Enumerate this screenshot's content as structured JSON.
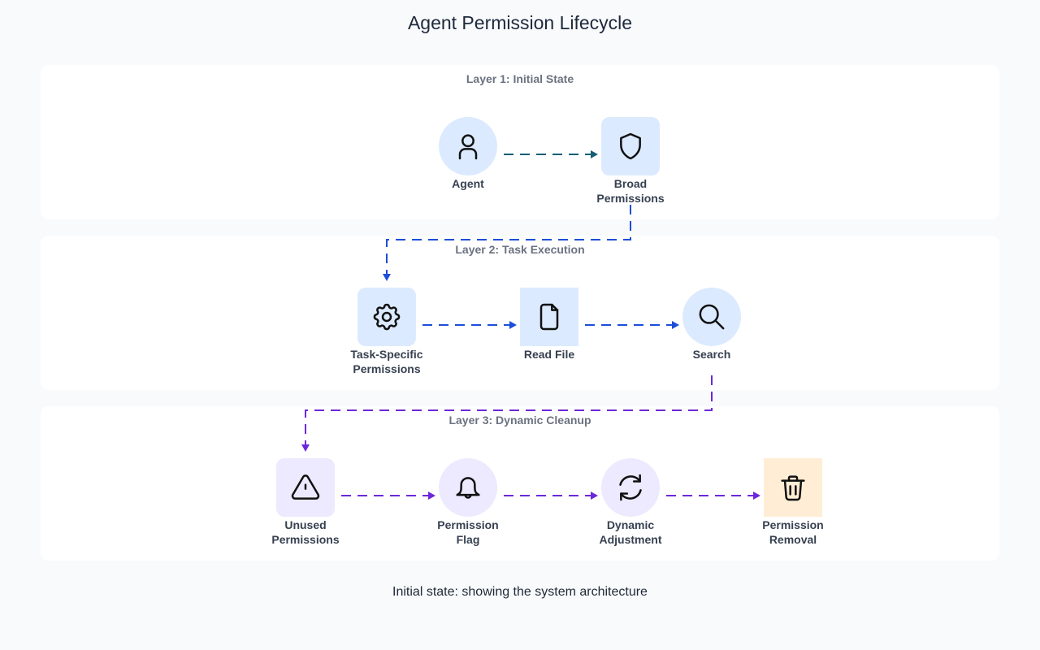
{
  "title": "Agent Permission Lifecycle",
  "caption": "Initial state: showing the system architecture",
  "colors": {
    "layer1_arrow": "#155e75",
    "layer2_arrow": "#1d4ed8",
    "layer3_arrow": "#6d28d9",
    "blue_fill": "#dbeafe",
    "purple_fill": "#ede9fe",
    "orange_fill": "#ffedd5"
  },
  "layers": [
    {
      "label": "Layer 1: Initial State",
      "nodes": [
        {
          "id": "agent",
          "label_lines": [
            "Agent"
          ],
          "icon": "user-icon",
          "shape": "circle",
          "fill": "blue_fill"
        },
        {
          "id": "broad-permissions",
          "label_lines": [
            "Broad",
            "Permissions"
          ],
          "icon": "shield-icon",
          "shape": "rounded",
          "fill": "blue_fill"
        }
      ]
    },
    {
      "label": "Layer 2: Task Execution",
      "nodes": [
        {
          "id": "task-specific-permissions",
          "label_lines": [
            "Task-Specific",
            "Permissions"
          ],
          "icon": "gear-icon",
          "shape": "rounded",
          "fill": "blue_fill"
        },
        {
          "id": "read-file",
          "label_lines": [
            "Read File"
          ],
          "icon": "file-icon",
          "shape": "square",
          "fill": "blue_fill"
        },
        {
          "id": "search",
          "label_lines": [
            "Search"
          ],
          "icon": "search-icon",
          "shape": "circle",
          "fill": "blue_fill"
        }
      ]
    },
    {
      "label": "Layer 3: Dynamic Cleanup",
      "nodes": [
        {
          "id": "unused-permissions",
          "label_lines": [
            "Unused",
            "Permissions"
          ],
          "icon": "warning-icon",
          "shape": "rounded",
          "fill": "purple_fill"
        },
        {
          "id": "permission-flag",
          "label_lines": [
            "Permission",
            "Flag"
          ],
          "icon": "bell-icon",
          "shape": "circle",
          "fill": "purple_fill"
        },
        {
          "id": "dynamic-adjustment",
          "label_lines": [
            "Dynamic",
            "Adjustment"
          ],
          "icon": "refresh-icon",
          "shape": "circle",
          "fill": "purple_fill"
        },
        {
          "id": "permission-removal",
          "label_lines": [
            "Permission",
            "Removal"
          ],
          "icon": "trash-icon",
          "shape": "square",
          "fill": "orange_fill"
        }
      ]
    }
  ],
  "edges": [
    {
      "from": "agent",
      "to": "broad-permissions",
      "color": "layer1_arrow"
    },
    {
      "from": "broad-permissions",
      "to": "task-specific-permissions",
      "color": "layer2_arrow"
    },
    {
      "from": "task-specific-permissions",
      "to": "read-file",
      "color": "layer2_arrow"
    },
    {
      "from": "read-file",
      "to": "search",
      "color": "layer2_arrow"
    },
    {
      "from": "search",
      "to": "unused-permissions",
      "color": "layer3_arrow"
    },
    {
      "from": "unused-permissions",
      "to": "permission-flag",
      "color": "layer3_arrow"
    },
    {
      "from": "permission-flag",
      "to": "dynamic-adjustment",
      "color": "layer3_arrow"
    },
    {
      "from": "dynamic-adjustment",
      "to": "permission-removal",
      "color": "layer3_arrow"
    }
  ]
}
